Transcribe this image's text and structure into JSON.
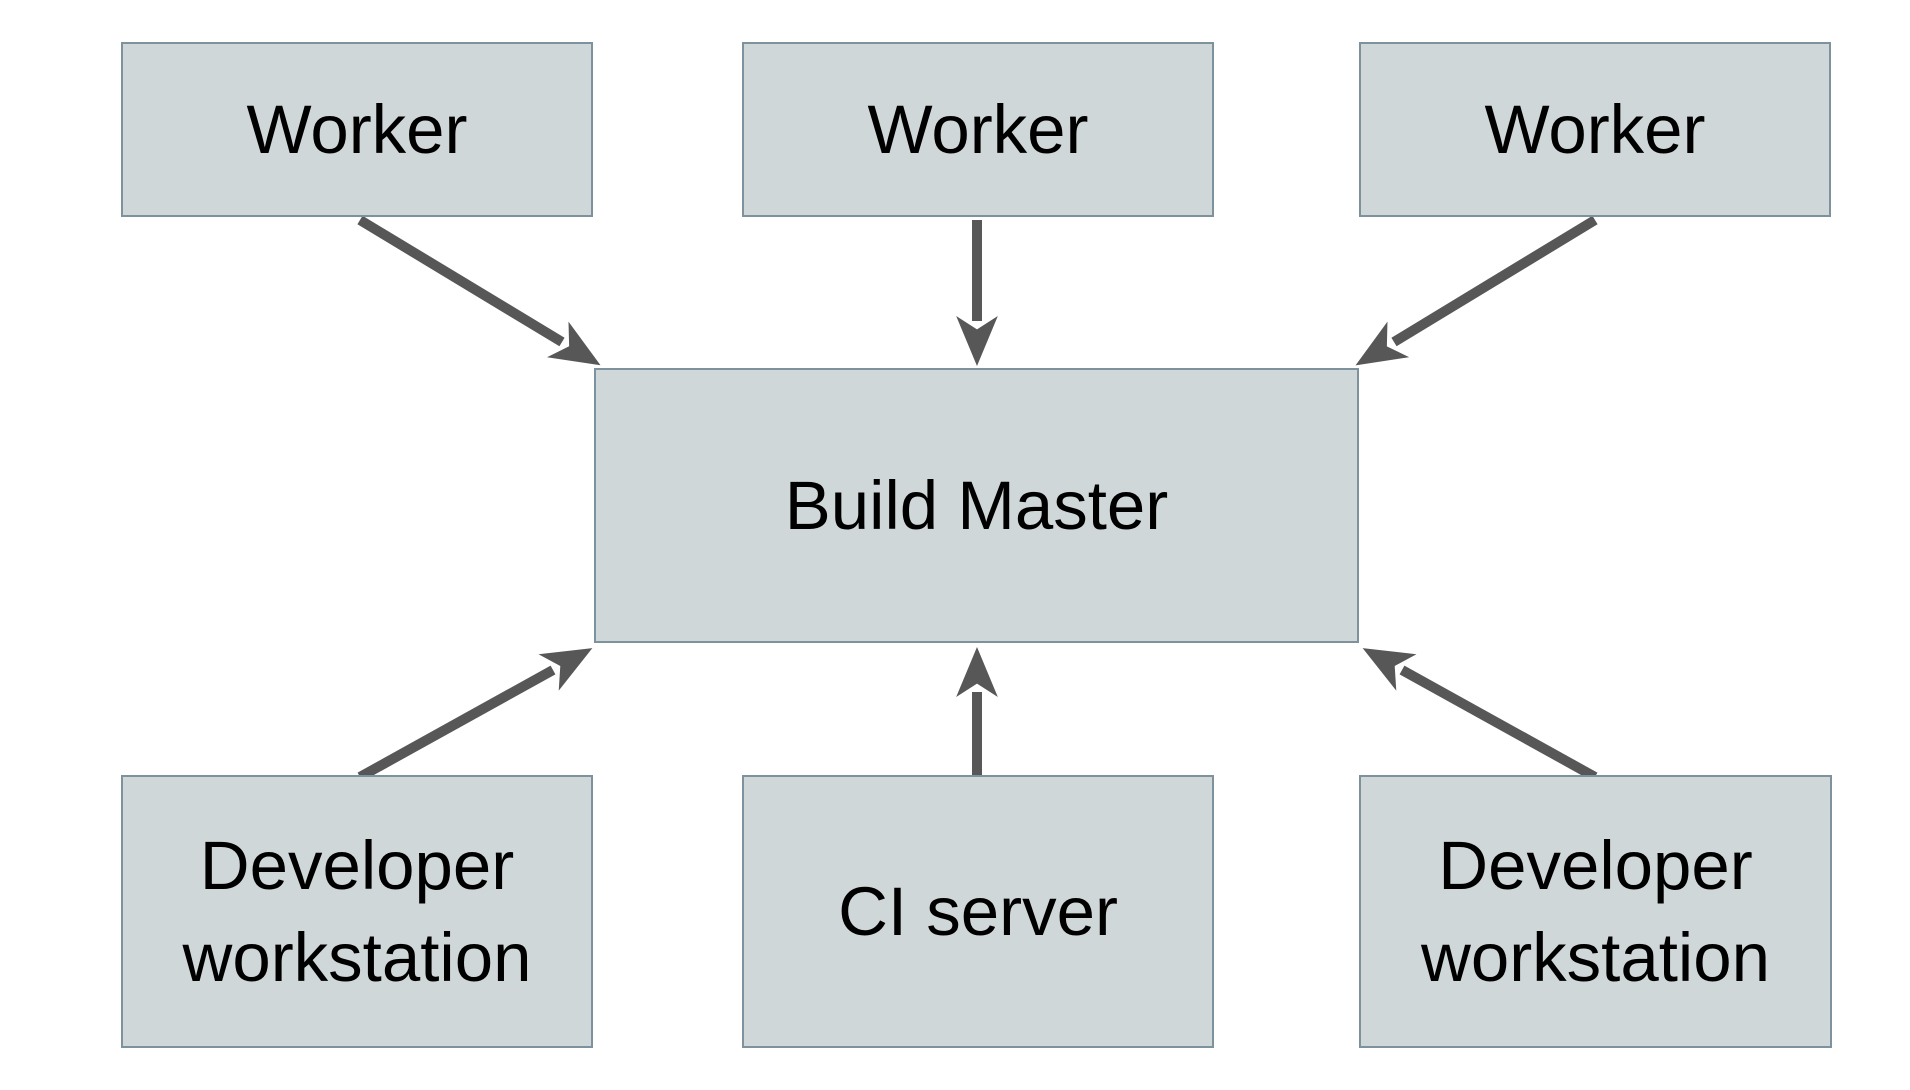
{
  "diagram": {
    "nodes": [
      {
        "id": "worker-1",
        "label": "Worker",
        "row": "top",
        "column": "left"
      },
      {
        "id": "worker-2",
        "label": "Worker",
        "row": "top",
        "column": "center"
      },
      {
        "id": "worker-3",
        "label": "Worker",
        "row": "top",
        "column": "right"
      },
      {
        "id": "build-master",
        "label": "Build Master",
        "row": "middle",
        "column": "center"
      },
      {
        "id": "developer-workstation-1",
        "label": "Developer workstation",
        "row": "bottom",
        "column": "left"
      },
      {
        "id": "ci-server",
        "label": "CI server",
        "row": "bottom",
        "column": "center"
      },
      {
        "id": "developer-workstation-2",
        "label": "Developer workstation",
        "row": "bottom",
        "column": "right"
      }
    ],
    "edges": [
      {
        "from": "worker-1",
        "to": "build-master",
        "style": "arrow"
      },
      {
        "from": "worker-2",
        "to": "build-master",
        "style": "arrow"
      },
      {
        "from": "worker-3",
        "to": "build-master",
        "style": "arrow"
      },
      {
        "from": "developer-workstation-1",
        "to": "build-master",
        "style": "arrow"
      },
      {
        "from": "ci-server",
        "to": "build-master",
        "style": "arrow"
      },
      {
        "from": "developer-workstation-2",
        "to": "build-master",
        "style": "arrow"
      }
    ],
    "colors": {
      "background": "#ffffff",
      "node_fill": "#cfd7d9",
      "node_border": "#7d929d",
      "node_text": "#000000",
      "arrow": "#575757"
    }
  }
}
